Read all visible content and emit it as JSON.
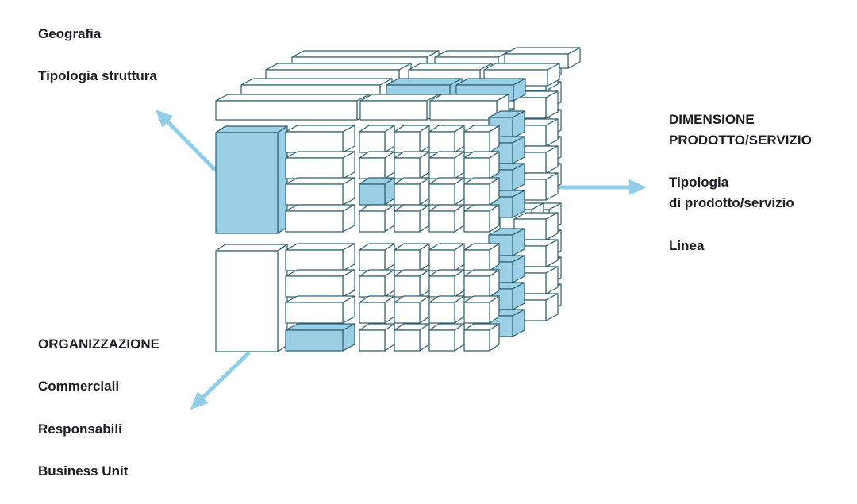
{
  "labels": {
    "geografia": "Geografia",
    "tipologia_struttura": "Tipologia struttura",
    "dimensione_line1": "DIMENSIONE",
    "dimensione_line2": "PRODOTTO/SERVIZIO",
    "tipologia_line1": "Tipologia",
    "tipologia_line2": "di prodotto/servizio",
    "linea": "Linea",
    "organizzazione": "ORGANIZZAZIONE",
    "commerciali": "Commerciali",
    "responsabili": "Responsabili",
    "business_unit": "Business Unit"
  },
  "colors": {
    "text": "#1c1c24",
    "outline": "#2e5f6e",
    "highlight": "#9bcfe6",
    "arrow": "#8fcde8",
    "face": "#ffffff"
  },
  "icons": [
    "arrow-up-left-icon",
    "arrow-right-icon",
    "arrow-down-left-icon"
  ]
}
